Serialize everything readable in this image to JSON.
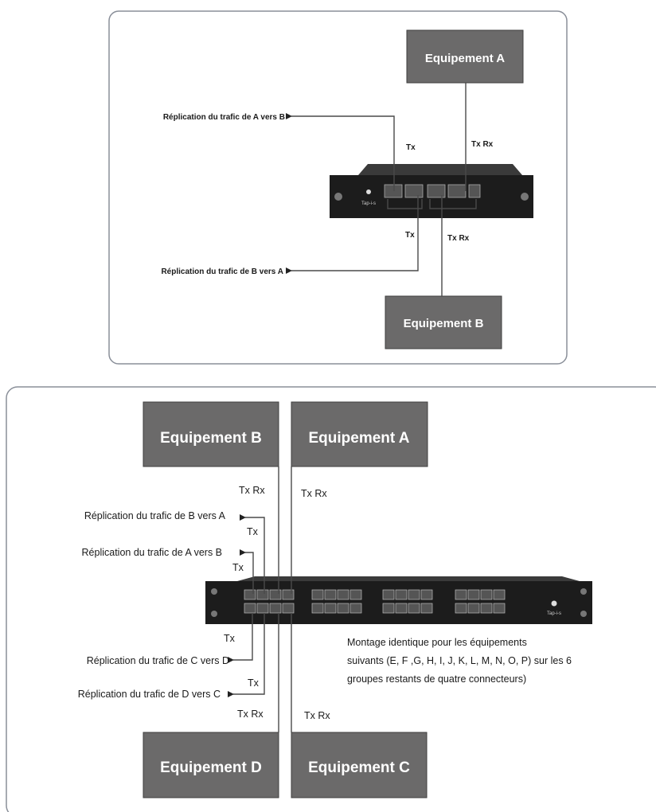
{
  "colors": {
    "panel_border": "#8a8f99",
    "device_box": "#6b6a6a",
    "device_text": "#ffffff",
    "chassis": "#1c1c1c",
    "wire": "#4a4a4a"
  },
  "top_panel": {
    "equip_a": "Equipement A",
    "equip_b": "Equipement B",
    "rep_a_to_b": "Réplication du trafic de A vers B",
    "rep_b_to_a": "Réplication du trafic de B vers A",
    "tx_upper": "Tx",
    "txrx_upper": "Tx Rx",
    "tx_lower": "Tx",
    "txrx_lower": "Tx Rx",
    "chassis_logo": "Tap-i-s"
  },
  "bottom_panel": {
    "equip_b": "Equipement B",
    "equip_a": "Equipement A",
    "equip_d": "Equipement D",
    "equip_c": "Equipement  C",
    "rep_b_to_a": "Réplication du trafic de B vers A",
    "rep_a_to_b": "Réplication du trafic de A vers B",
    "rep_c_to_d": "Réplication du trafic de C vers D",
    "rep_d_to_c": "Réplication du trafic de D vers C",
    "txrx_b": "Tx  Rx",
    "txrx_a": "Tx  Rx",
    "tx_1": "Tx",
    "tx_2": "Tx",
    "tx_3": "Tx",
    "tx_4": "Tx",
    "txrx_d": "Tx  Rx",
    "txrx_c": "Tx  Rx",
    "note_line1": "Montage identique pour les équipements",
    "note_line2": "suivants (E, F ,G, H, I, J, K, L, M, N, O, P)  sur les 6",
    "note_line3": "groupes restants de quatre connecteurs)",
    "chassis_logo": "Tap-i-s"
  }
}
